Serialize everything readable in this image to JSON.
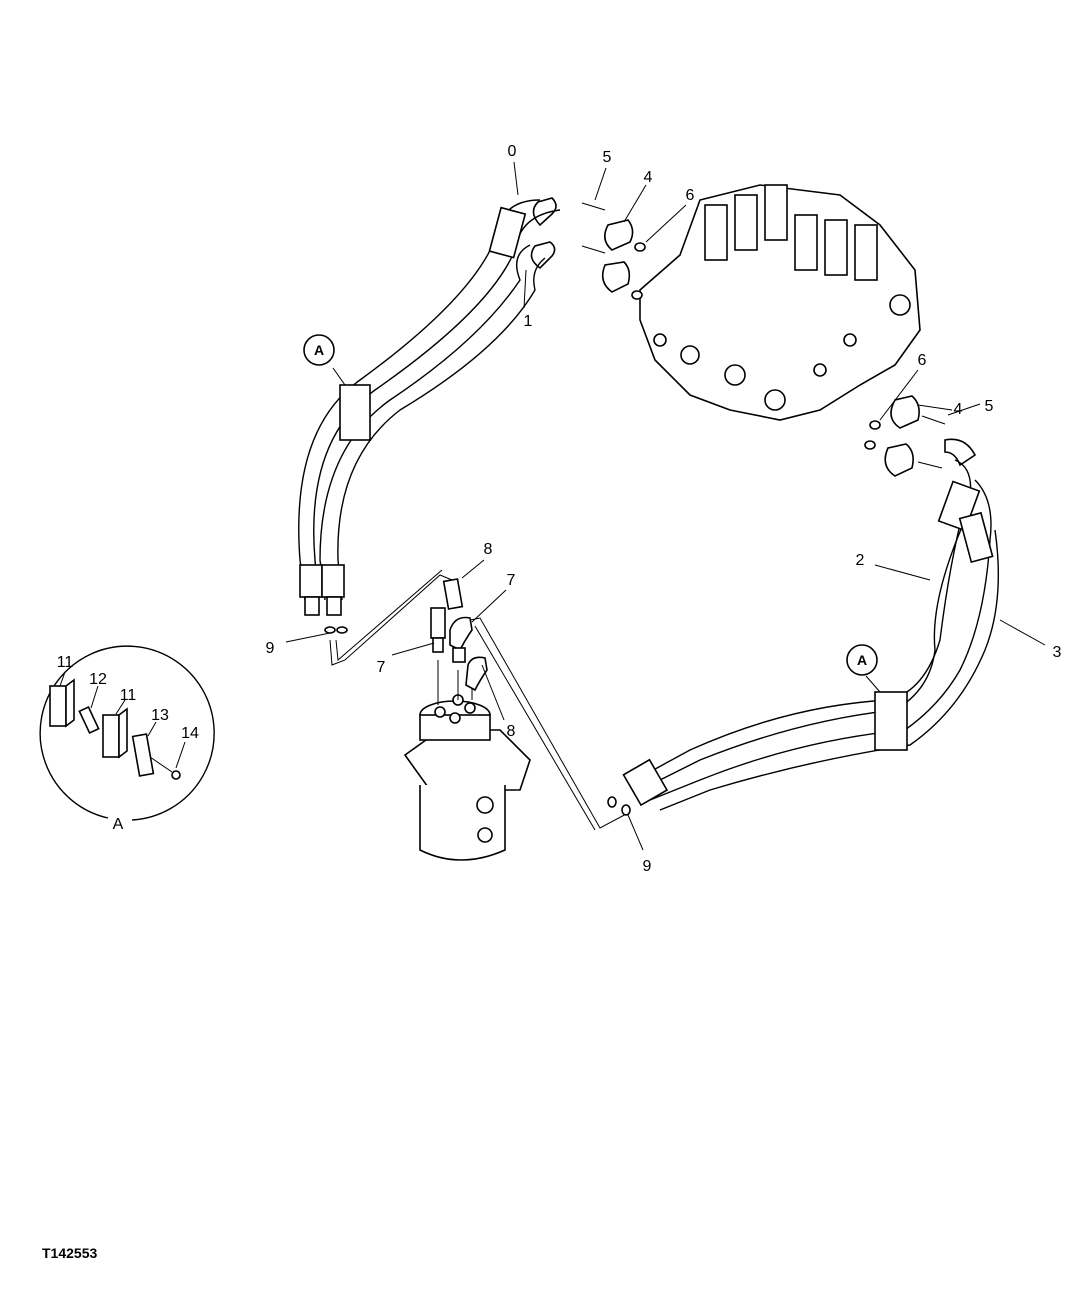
{
  "drawing_id": "T142553",
  "callouts": {
    "c0": "0",
    "c1": "1",
    "c2": "2",
    "c3": "3",
    "c4a": "4",
    "c4b": "4",
    "c5a": "5",
    "c5b": "5",
    "c6a": "6",
    "c6b": "6",
    "c7a": "7",
    "c7b": "7",
    "c8a": "8",
    "c8b": "8",
    "c9a": "9",
    "c9b": "9",
    "c11a": "11",
    "c11b": "11",
    "c12": "12",
    "c13": "13",
    "c14": "14"
  },
  "detail_refs": {
    "ref_a_left": "A",
    "ref_a_right": "A",
    "detail_label": "A"
  }
}
